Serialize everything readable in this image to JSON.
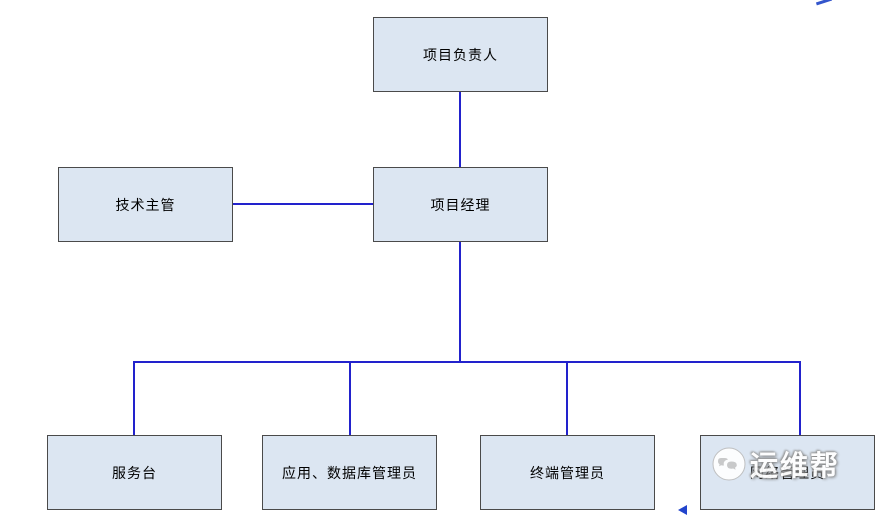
{
  "diagram": {
    "type": "org-chart",
    "nodes": [
      {
        "id": "project-leader",
        "label": "项目负责人"
      },
      {
        "id": "tech-supervisor",
        "label": "技术主管"
      },
      {
        "id": "project-manager",
        "label": "项目经理"
      },
      {
        "id": "service-desk",
        "label": "服务台"
      },
      {
        "id": "app-db-admin",
        "label": "应用、数据库管理员"
      },
      {
        "id": "terminal-admin",
        "label": "终端管理员"
      },
      {
        "id": "network-admin",
        "label": "网络管理员"
      }
    ],
    "edges": [
      {
        "from": "project-leader",
        "to": "project-manager"
      },
      {
        "from": "tech-supervisor",
        "to": "project-manager"
      },
      {
        "from": "project-manager",
        "to": "service-desk"
      },
      {
        "from": "project-manager",
        "to": "app-db-admin"
      },
      {
        "from": "project-manager",
        "to": "terminal-admin"
      },
      {
        "from": "project-manager",
        "to": "network-admin"
      }
    ],
    "colors": {
      "box_fill": "#dce6f2",
      "box_border": "#4a4a4a",
      "connector": "#2222cc",
      "background": "#ffffff"
    },
    "watermark": {
      "text": "运维帮",
      "icon": "wechat-bubble-icon"
    }
  }
}
